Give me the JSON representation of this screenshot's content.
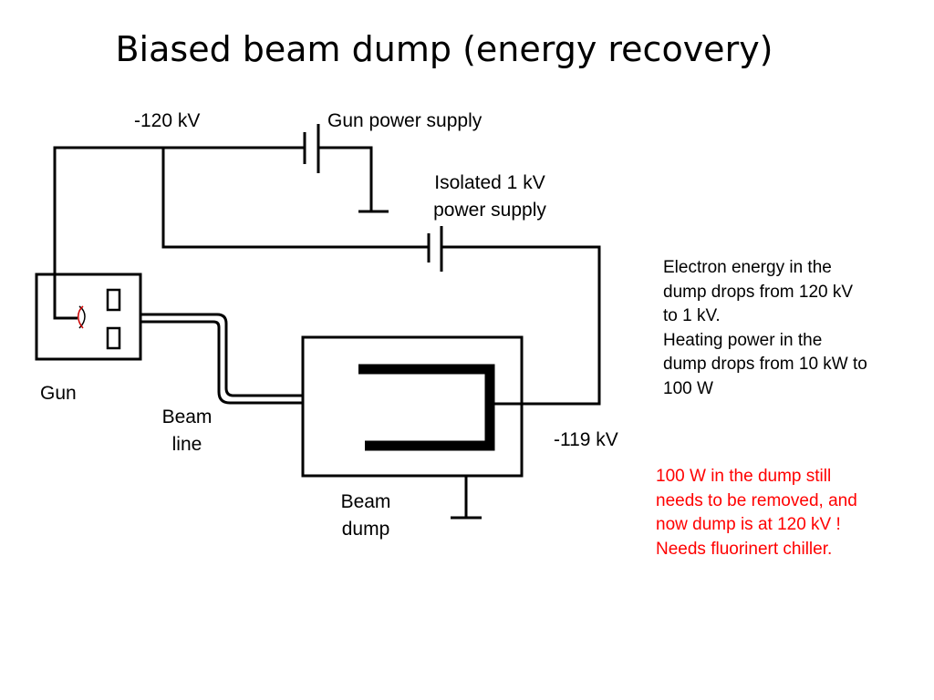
{
  "title": "Biased beam dump (energy recovery)",
  "labels": {
    "gun_voltage": "-120 kV",
    "gun_power_supply": "Gun power supply",
    "isolated_supply": [
      "Isolated 1 kV",
      "power supply"
    ],
    "gun": "Gun",
    "beam_line": [
      "Beam",
      "line"
    ],
    "dump_voltage": "-119 kV",
    "beam_dump": [
      "Beam",
      "dump"
    ]
  },
  "notes": {
    "energy": [
      "Electron energy in the",
      "dump drops from 120 kV",
      "to 1 kV.",
      "Heating power in the",
      "dump drops from 10 kW to",
      "100 W"
    ],
    "warning": [
      "100 W in the dump still",
      "needs to be removed, and",
      "now dump is at 120 kV !",
      "Needs fluorinert chiller."
    ]
  },
  "colors": {
    "warning": "#ff0000",
    "line": "#000000"
  }
}
